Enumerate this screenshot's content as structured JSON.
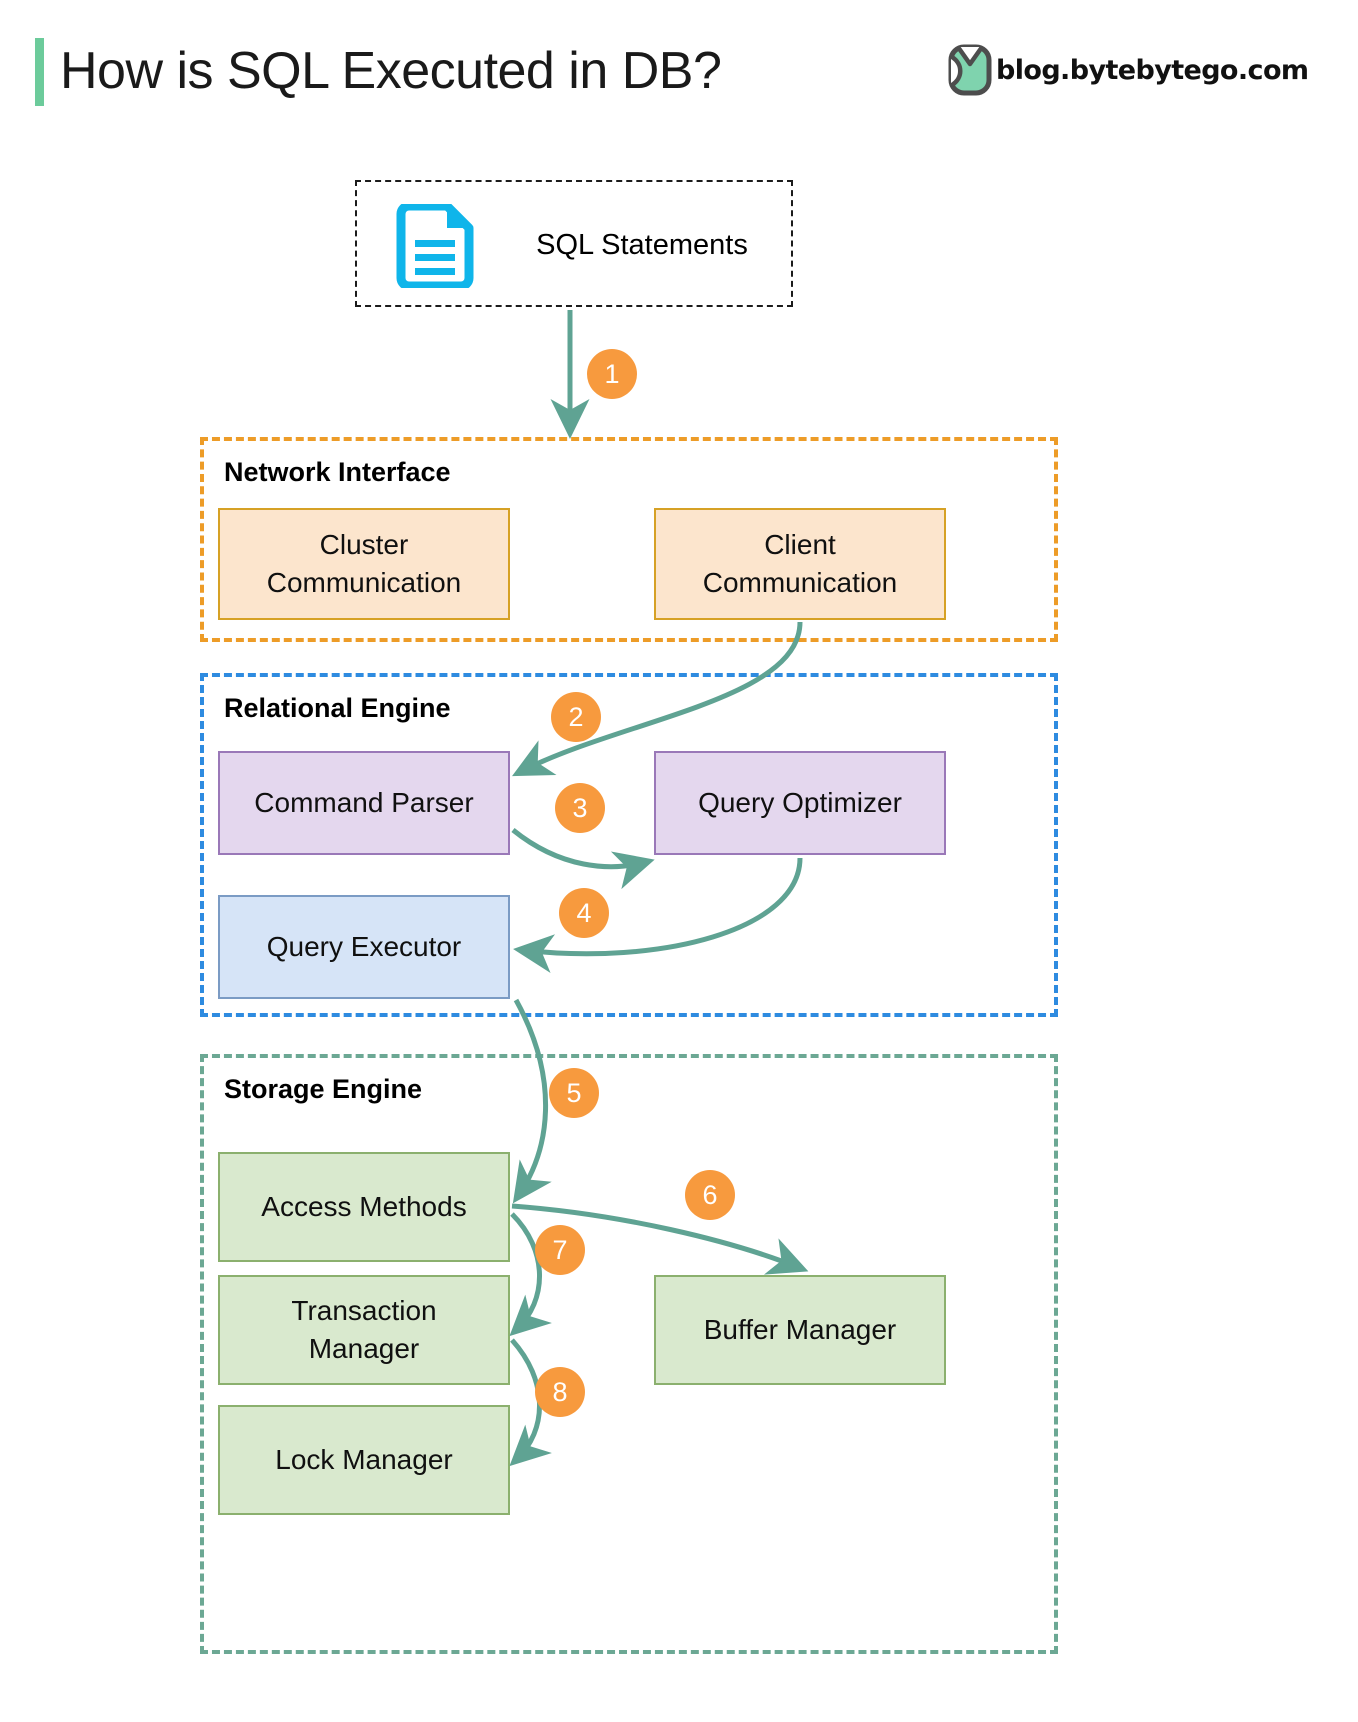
{
  "header": {
    "title": "How is SQL Executed in DB?",
    "brand_text": "blog.bytebytego.com",
    "brand_logo_icon": "bytebytego-logo-icon",
    "accent_color": "#6CCB9B"
  },
  "source": {
    "label": "SQL Statements",
    "icon": "document-icon",
    "icon_color": "#0FB5EA"
  },
  "groups": [
    {
      "id": "network-interface",
      "label": "Network Interface",
      "border_color": "#ED9C28"
    },
    {
      "id": "relational-engine",
      "label": "Relational Engine",
      "border_color": "#2E8BE0"
    },
    {
      "id": "storage-engine",
      "label": "Storage Engine",
      "border_color": "#6CA894"
    }
  ],
  "nodes": {
    "cluster_communication": {
      "label": "Cluster\nCommunication",
      "line1": "Cluster",
      "line2": "Communication",
      "fill": "#FCE5CD",
      "stroke": "#D6A125"
    },
    "client_communication": {
      "label": "Client\nCommunication",
      "line1": "Client",
      "line2": "Communication",
      "fill": "#FCE5CD",
      "stroke": "#D6A125"
    },
    "command_parser": {
      "label": "Command Parser",
      "fill": "#E4D7EE",
      "stroke": "#9A78B8"
    },
    "query_optimizer": {
      "label": "Query Optimizer",
      "fill": "#E4D7EE",
      "stroke": "#9A78B8"
    },
    "query_executor": {
      "label": "Query Executor",
      "fill": "#D6E4F7",
      "stroke": "#7B9BC4"
    },
    "access_methods": {
      "label": "Access Methods",
      "fill": "#D9E9CE",
      "stroke": "#8BB06E"
    },
    "transaction_manager": {
      "label": "Transaction\nManager",
      "line1": "Transaction",
      "line2": "Manager",
      "fill": "#D9E9CE",
      "stroke": "#8BB06E"
    },
    "lock_manager": {
      "label": "Lock Manager",
      "fill": "#D9E9CE",
      "stroke": "#8BB06E"
    },
    "buffer_manager": {
      "label": "Buffer Manager",
      "fill": "#D9E9CE",
      "stroke": "#8BB06E"
    }
  },
  "steps": [
    {
      "n": "1",
      "from": "SQL Statements",
      "to": "Network Interface"
    },
    {
      "n": "2",
      "from": "Client Communication",
      "to": "Command Parser"
    },
    {
      "n": "3",
      "from": "Command Parser",
      "to": "Query Optimizer"
    },
    {
      "n": "4",
      "from": "Query Optimizer",
      "to": "Query Executor"
    },
    {
      "n": "5",
      "from": "Query Executor",
      "to": "Access Methods"
    },
    {
      "n": "6",
      "from": "Access Methods",
      "to": "Buffer Manager"
    },
    {
      "n": "7",
      "from": "Access Methods",
      "to": "Transaction Manager"
    },
    {
      "n": "8",
      "from": "Transaction Manager",
      "to": "Lock Manager"
    }
  ],
  "arrow_color": "#5FA393"
}
